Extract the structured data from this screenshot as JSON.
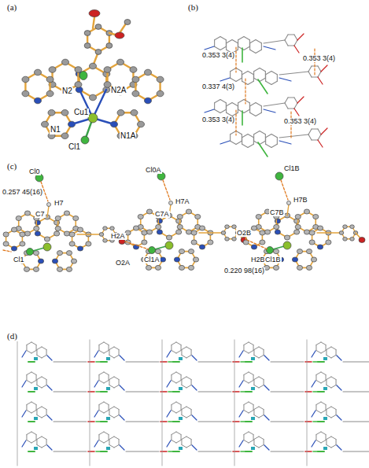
{
  "diagram": {
    "labels": [
      "(a)",
      "N2",
      "N2A",
      "Cu1",
      "N1",
      "Cl1",
      "N1A",
      "(b)",
      "0.353 3(4)",
      "0.353 3(4)",
      "0.337 4(3)",
      "0.353 3(4)",
      "0.353 3(4)",
      "(c)",
      "Cl0",
      "0.257 45(16)",
      "H7",
      "C7",
      "Cl0A",
      "H7A",
      "C7A",
      "Cl1B",
      "C7B",
      "H7B",
      "Cl1",
      "H2A",
      "O2A",
      "Cl1A",
      "O2B",
      "H2B",
      "0.220 98(16)",
      "Cl1B",
      "(d)"
    ]
  }
}
